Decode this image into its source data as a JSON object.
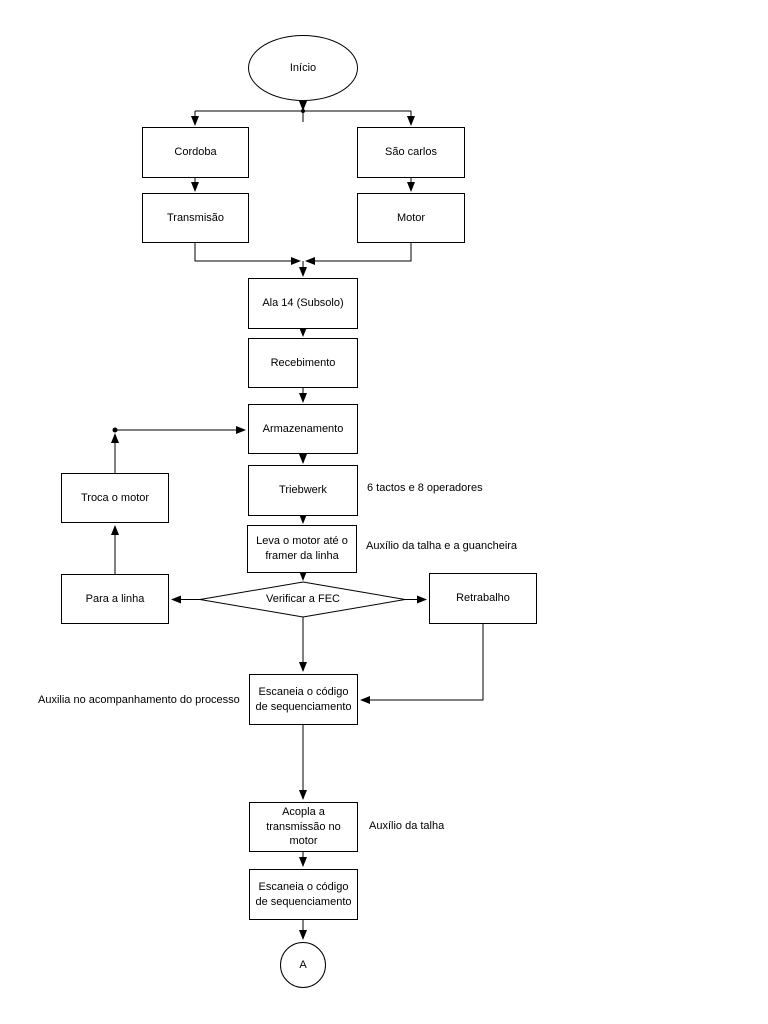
{
  "diagram": {
    "type": "flowchart",
    "language": "pt-BR",
    "colors": {
      "stroke": "#000000",
      "node_fill": "#ffffff",
      "text": "#000000",
      "background": "#ffffff"
    },
    "nodes": {
      "inicio": {
        "label": "Início",
        "shape": "ellipse"
      },
      "cordoba": {
        "label": "Cordoba",
        "shape": "process"
      },
      "sao_carlos": {
        "label": "São carlos",
        "shape": "process"
      },
      "transmisao": {
        "label": "Transmisão",
        "shape": "process"
      },
      "motor": {
        "label": "Motor",
        "shape": "process"
      },
      "ala_14": {
        "label": "Ala 14 (Subsolo)",
        "shape": "process"
      },
      "recebimento": {
        "label": "Recebimento",
        "shape": "process"
      },
      "armazenamento": {
        "label": "Armazenamento",
        "shape": "process"
      },
      "triebwerk": {
        "label": "Triebwerk",
        "shape": "process"
      },
      "leva_motor": {
        "label": "Leva o motor até o framer da linha",
        "shape": "process"
      },
      "verificar_fec": {
        "label": "Verificar a FEC",
        "shape": "decision"
      },
      "troca_motor": {
        "label": "Troca o motor",
        "shape": "process"
      },
      "para_linha": {
        "label": "Para a linha",
        "shape": "process"
      },
      "retrabalho": {
        "label": "Retrabalho",
        "shape": "process"
      },
      "escaneia_codigo_1": {
        "label": "Escaneia o código de sequenciamento",
        "shape": "process"
      },
      "acopla_transmissao": {
        "label": "Acopla a transmissão no motor",
        "shape": "process"
      },
      "escaneia_codigo_2": {
        "label": "Escaneia o código de sequenciamento",
        "shape": "process"
      },
      "conector_a": {
        "label": "A",
        "shape": "circle"
      }
    },
    "annotations": {
      "tactos_operadores": "6 tactos e 8 operadores",
      "talha_guancheira": "Auxílio da talha e a guancheira",
      "acompanhamento_processo": "Auxilia no acompanhamento do processo",
      "auxilio_talha": "Auxílio da talha"
    }
  }
}
